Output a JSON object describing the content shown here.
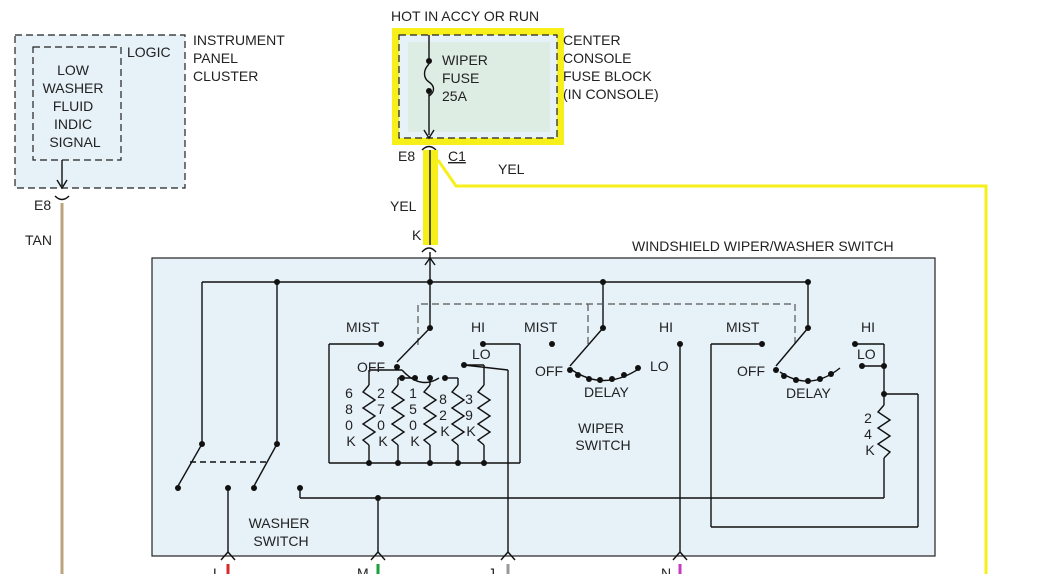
{
  "colors": {
    "panel_fill": "#e6f1f8",
    "wire": "#111111",
    "highlight": "#f6ef1a",
    "yellow_wire": "#f6ef1a",
    "tan_wire": "#b9a47e",
    "green_lead": "#1aa03a",
    "purple_lead": "#c43ac0",
    "red_lead": "#d62b2b",
    "gray_lead": "#999999"
  },
  "labels": {
    "hot_in": "HOT IN ACCY OR RUN",
    "wiper_fuse": [
      "WIPER",
      "FUSE",
      "25A"
    ],
    "fuse_block": [
      "CENTER",
      "CONSOLE",
      "FUSE BLOCK",
      "(IN CONSOLE)"
    ],
    "ipc_logic": "LOGIC",
    "ipc_title": [
      "INSTRUMENT",
      "PANEL",
      "CLUSTER"
    ],
    "ipc_signal": [
      "LOW",
      "WASHER",
      "FLUID",
      "INDIC",
      "SIGNAL"
    ],
    "conn_e8_left": "E8",
    "conn_e8_fuse": "E8",
    "conn_c1": "C1",
    "wire_tan": "TAN",
    "wire_yel_right": "YEL",
    "wire_yel_left": "YEL",
    "conn_k": "K",
    "switch_title": "WINDSHIELD WIPER/WASHER SWITCH",
    "mist1": "MIST",
    "hi1": "HI",
    "off1": "OFF",
    "lo1": "LO",
    "mist2": "MIST",
    "hi2": "HI",
    "off2": "OFF",
    "lo2": "LO",
    "delay2": "DELAY",
    "mist3": "MIST",
    "hi3": "HI",
    "off3": "OFF",
    "lo3": "LO",
    "delay3": "DELAY",
    "res_680k": [
      "6",
      "8",
      "0",
      "K"
    ],
    "res_270k": [
      "2",
      "7",
      "0",
      "K"
    ],
    "res_150k": [
      "1",
      "5",
      "0",
      "K"
    ],
    "res_82k": [
      "8",
      "2",
      "K"
    ],
    "res_39k": [
      "3",
      "9",
      "K"
    ],
    "res_24k": [
      "2",
      "4",
      "K"
    ],
    "wiper_switch": [
      "WIPER",
      "SWITCH"
    ],
    "washer_switch": [
      "WASHER",
      "SWITCH"
    ],
    "pin_l": "L",
    "pin_m": "M",
    "pin_j": "J",
    "pin_n": "N"
  }
}
